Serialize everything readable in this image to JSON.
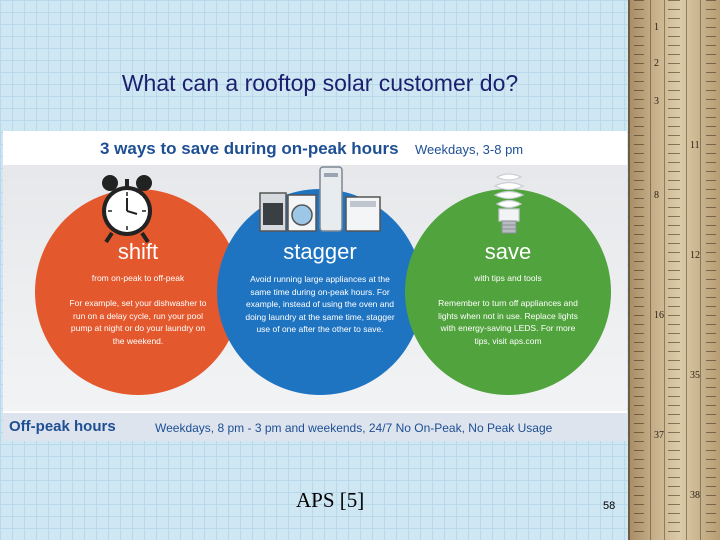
{
  "slide": {
    "title": "What can a rooftop solar customer do?",
    "source": "APS [5]",
    "page_number": "58"
  },
  "infographic": {
    "title": "3 ways to save during on-peak hours",
    "subtitle": "Weekdays, 3-8 pm",
    "circles": [
      {
        "title": "shift",
        "subtitle": "from on-peak to off-peak",
        "description": "For example, set your dishwasher to run on a delay cycle, run your pool pump at night or do your laundry on the weekend.",
        "color": "#e4582d",
        "icon": "alarm-clock-icon"
      },
      {
        "title": "stagger",
        "subtitle": "",
        "description": "Avoid running large appliances at the same time during on-peak hours. For example, instead of using the oven and doing laundry at the same time, stagger use of one after the other to save.",
        "color": "#1f74c2",
        "icon": "appliances-icon"
      },
      {
        "title": "save",
        "subtitle": "with tips and tools",
        "description": "Remember to turn off appliances and lights when not in use. Replace lights with energy-saving LEDS. For more tips, visit aps.com",
        "color": "#51a33d",
        "icon": "light-bulb-icon"
      }
    ],
    "footer_title": "Off-peak hours",
    "footer_text": "Weekdays, 8 pm - 3 pm and weekends, 24/7 No On-Peak, No Peak Usage"
  },
  "colors": {
    "background": "#cfe6f3",
    "title_text": "#1a1f6e",
    "infographic_blue": "#1e4f93"
  }
}
